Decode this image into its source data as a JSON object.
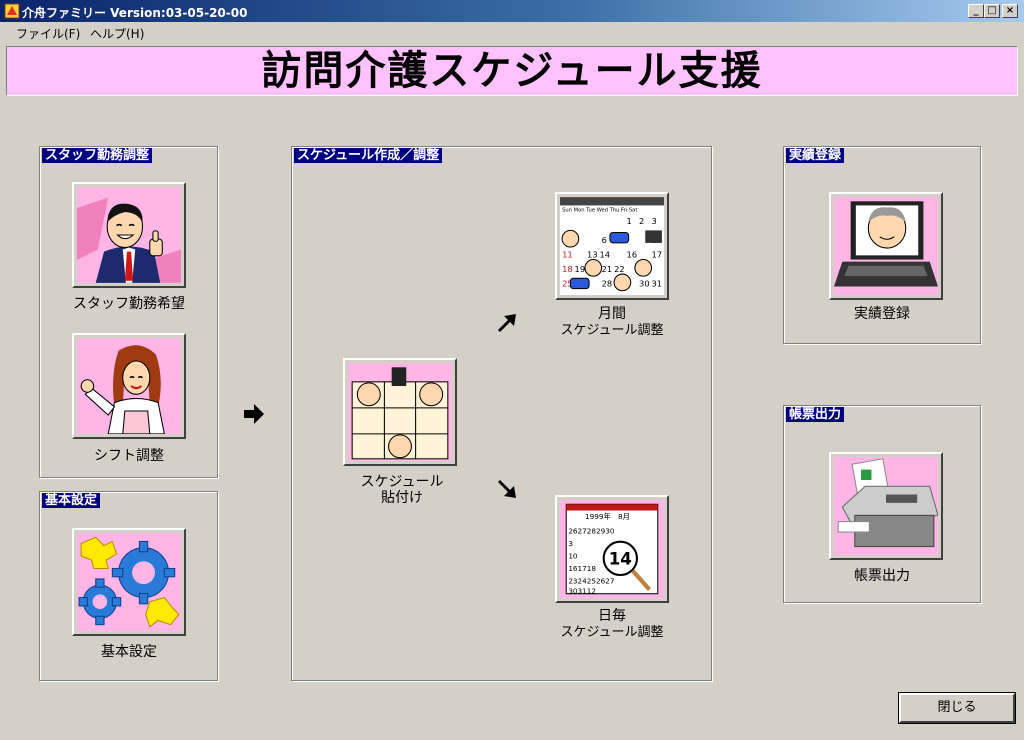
{
  "window": {
    "title": "介舟ファミリー Version:03-05-20-00",
    "min_symbol": "_",
    "max_symbol": "□",
    "close_symbol": "×"
  },
  "menu": {
    "items": [
      {
        "label": "ファイル(F)"
      },
      {
        "label": "ヘルプ(H)"
      }
    ]
  },
  "banner": {
    "title": "訪問介護スケジュール支援",
    "color": "#ffc2ff"
  },
  "groups": {
    "staff": {
      "label": "スタッフ勤務調整",
      "request_caption": "スタッフ勤務希望",
      "shift_caption": "シフト調整"
    },
    "basic": {
      "label": "基本設定",
      "settings_caption": "基本設定"
    },
    "schedule": {
      "label": "スケジュール作成／調整",
      "paste_caption_1": "スケジュール",
      "paste_caption_2": "貼付け",
      "monthly_caption_1": "月間",
      "monthly_caption_2": "スケジュール調整",
      "daily_caption_1": "日毎",
      "daily_caption_2": "スケジュール調整",
      "calendar_header": "Sun Mon Tue Wed Thu Fri Sat",
      "daily_header": "1999年　8月",
      "daily_day": "14"
    },
    "results": {
      "label": "実績登録",
      "register_caption": "実績登録"
    },
    "report": {
      "label": "帳票出力",
      "output_caption": "帳票出力"
    }
  },
  "footer": {
    "close_label": "閉じる"
  },
  "colors": {
    "titlebar_start": "#0a246a",
    "group_label_bg": "#000080",
    "icon_bg": "#ffc2ff",
    "window_bg": "#d4d0c8"
  }
}
